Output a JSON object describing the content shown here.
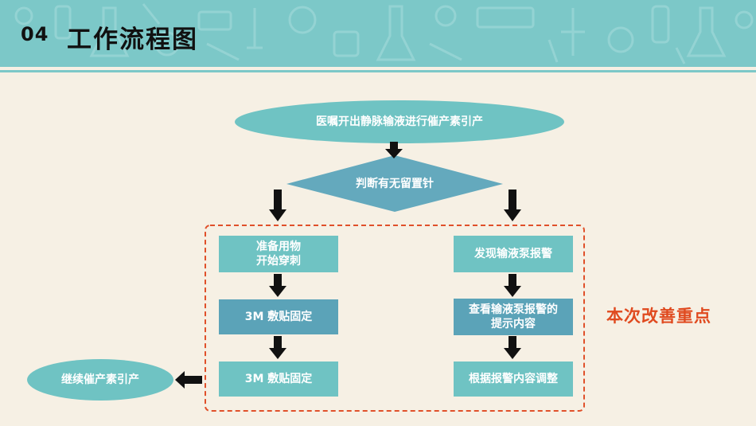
{
  "header": {
    "number": "04",
    "title": "工作流程图",
    "colors": {
      "band": "#7cc8c8",
      "background": "#f6f0e4"
    }
  },
  "flow": {
    "start": "医嘱开出静脉输液进行催产素引产",
    "decision": "判断有无留置针",
    "left": {
      "step1": "准备用物\n开始穿刺",
      "step2": "3M 敷贴固定",
      "step3": "3M 敷贴固定"
    },
    "right": {
      "step1": "发现输液泵报警",
      "step2": "查看输液泵报警的\n提示内容",
      "step3": "根据报警内容调整"
    },
    "end": "继续催产素引产",
    "highlight_label": "本次改善重点",
    "colors": {
      "ellipse": "#6fc3c3",
      "box_light": "#6fc3c3",
      "box_dark": "#5ba3b8",
      "decision": "#64a9bd",
      "dashed_border": "#e0502a",
      "arrow": "#111111"
    }
  }
}
